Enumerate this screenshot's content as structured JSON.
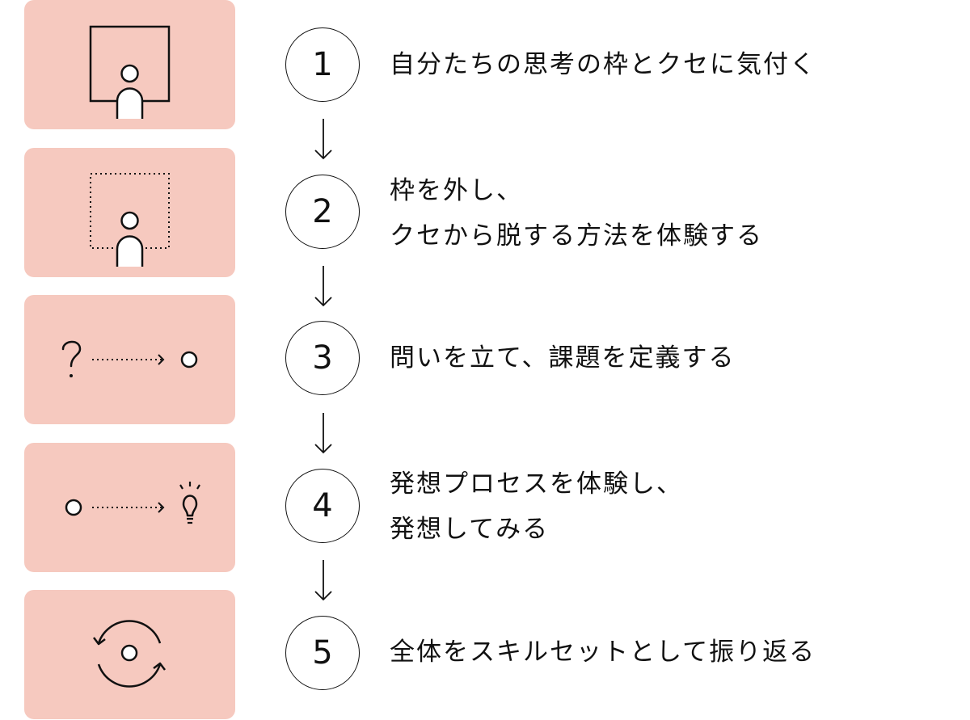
{
  "colors": {
    "card_background": "#f6c9bf",
    "line": "#111111",
    "background": "#ffffff"
  },
  "steps": [
    {
      "number": "1",
      "lines": [
        "自分たちの思考の枠とクセに気付く"
      ],
      "icon": "person-in-solid-frame-icon"
    },
    {
      "number": "2",
      "lines": [
        "枠を外し、",
        "クセから脱する方法を体験する"
      ],
      "icon": "person-in-dotted-frame-icon"
    },
    {
      "number": "3",
      "lines": [
        "問いを立て、課題を定義する"
      ],
      "icon": "question-to-circle-icon"
    },
    {
      "number": "4",
      "lines": [
        "発想プロセスを体験し、",
        "発想してみる"
      ],
      "icon": "circle-to-lightbulb-icon"
    },
    {
      "number": "5",
      "lines": [
        "全体をスキルセットとして振り返る"
      ],
      "icon": "cycle-arrows-icon"
    }
  ]
}
